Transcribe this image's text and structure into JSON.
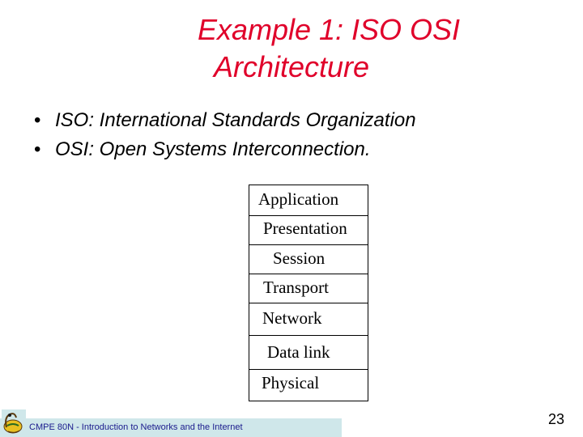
{
  "slide": {
    "title_line1": "Example 1: ISO OSI",
    "title_line2": "Architecture",
    "bullets": [
      "ISO: International Standards Organization",
      "OSI: Open Systems Interconnection."
    ],
    "osi_layers": [
      "Application",
      "Presentation",
      "Session",
      "Transport",
      "Network",
      "Data link",
      "Physical"
    ],
    "footer_text": "CMPE 80N - Introduction to Networks and the Internet",
    "page_number": "23",
    "colors": {
      "title": "#e0002a",
      "footer_bar": "#cfe7ea",
      "footer_text": "#1a1a8c"
    },
    "logo_icon": "slug-mascot-icon"
  }
}
